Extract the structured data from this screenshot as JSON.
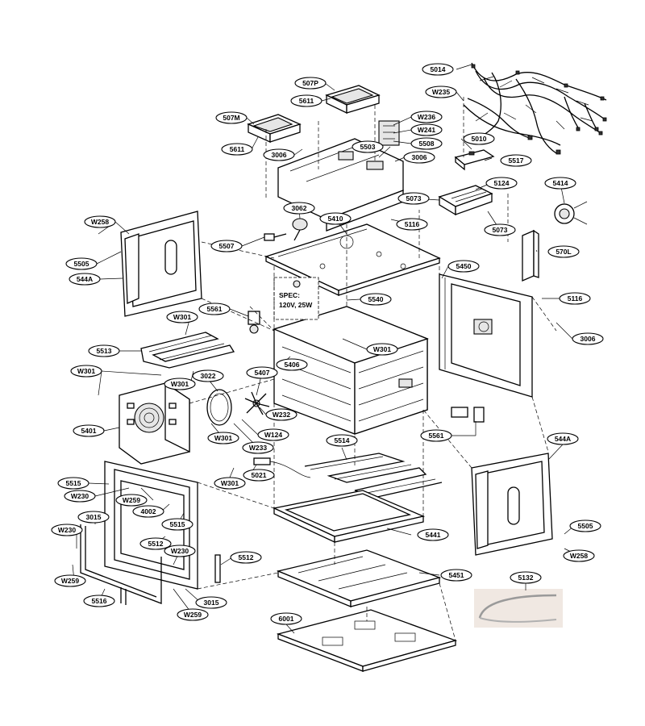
{
  "labels": {
    "l5014": "5014",
    "lw235": "W235",
    "l507p": "507P",
    "l5611a": "5611",
    "l507m": "507M",
    "lw236": "W236",
    "lw241": "W241",
    "l5508": "5508",
    "l5010": "5010",
    "l5611b": "5611",
    "l3006a": "3006",
    "l5503": "5503",
    "l3006b": "3006",
    "l5517": "5517",
    "l5124": "5124",
    "l5414": "5414",
    "l5073a": "5073",
    "lw258a": "W258",
    "l3062": "3062",
    "l5410": "5410",
    "l5116a": "5116",
    "l5073b": "5073",
    "l5507": "5507",
    "l570l": "570L",
    "l5505a": "5505",
    "l544aa": "544A",
    "l5450": "5450",
    "l5561a": "5561",
    "l5540": "5540",
    "l5116b": "5116",
    "lw301a": "W301",
    "l3006c": "3006",
    "l5513": "5513",
    "lw301b": "W301",
    "l5406": "5406",
    "lw301c": "W301",
    "l3022": "3022",
    "l5407": "5407",
    "lw301d": "W301",
    "lw232": "W232",
    "l5401": "5401",
    "lw124": "W124",
    "lw301e": "W301",
    "lw233": "W233",
    "l5561b": "5561",
    "l5514": "5514",
    "l544ab": "544A",
    "l5021": "5021",
    "l5515a": "5515",
    "lw301f": "W301",
    "lw230a": "W230",
    "lw259a": "W259",
    "l4002": "4002",
    "l5515b": "5515",
    "l3015a": "3015",
    "lw230b": "W230",
    "l5512a": "5512",
    "l5441": "5441",
    "l5505b": "5505",
    "lw230c": "W230",
    "lw258b": "W258",
    "l5512b": "5512",
    "lw259b": "W259",
    "l5451": "5451",
    "l5132": "5132",
    "l5516": "5516",
    "l3015b": "3015",
    "lw259c": "W259",
    "l6001": "6001"
  },
  "spec": {
    "line1": "SPEC:",
    "line2": "120V, 25W"
  }
}
